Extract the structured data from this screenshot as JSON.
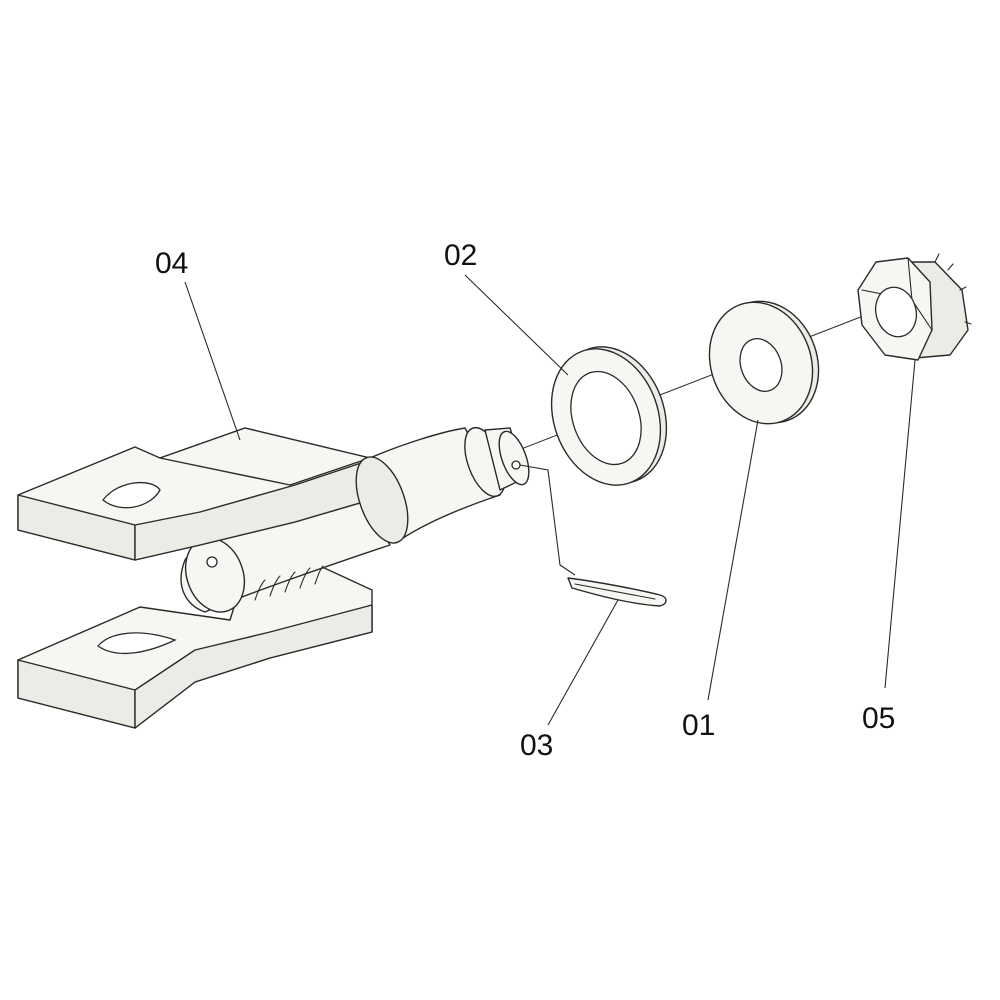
{
  "callouts": {
    "part_04": "04",
    "part_02": "02",
    "part_03": "03",
    "part_01": "01",
    "part_05": "05"
  },
  "colors": {
    "line": "#2a2a2a",
    "fill": "#f7f6f2",
    "background": "#ffffff"
  }
}
